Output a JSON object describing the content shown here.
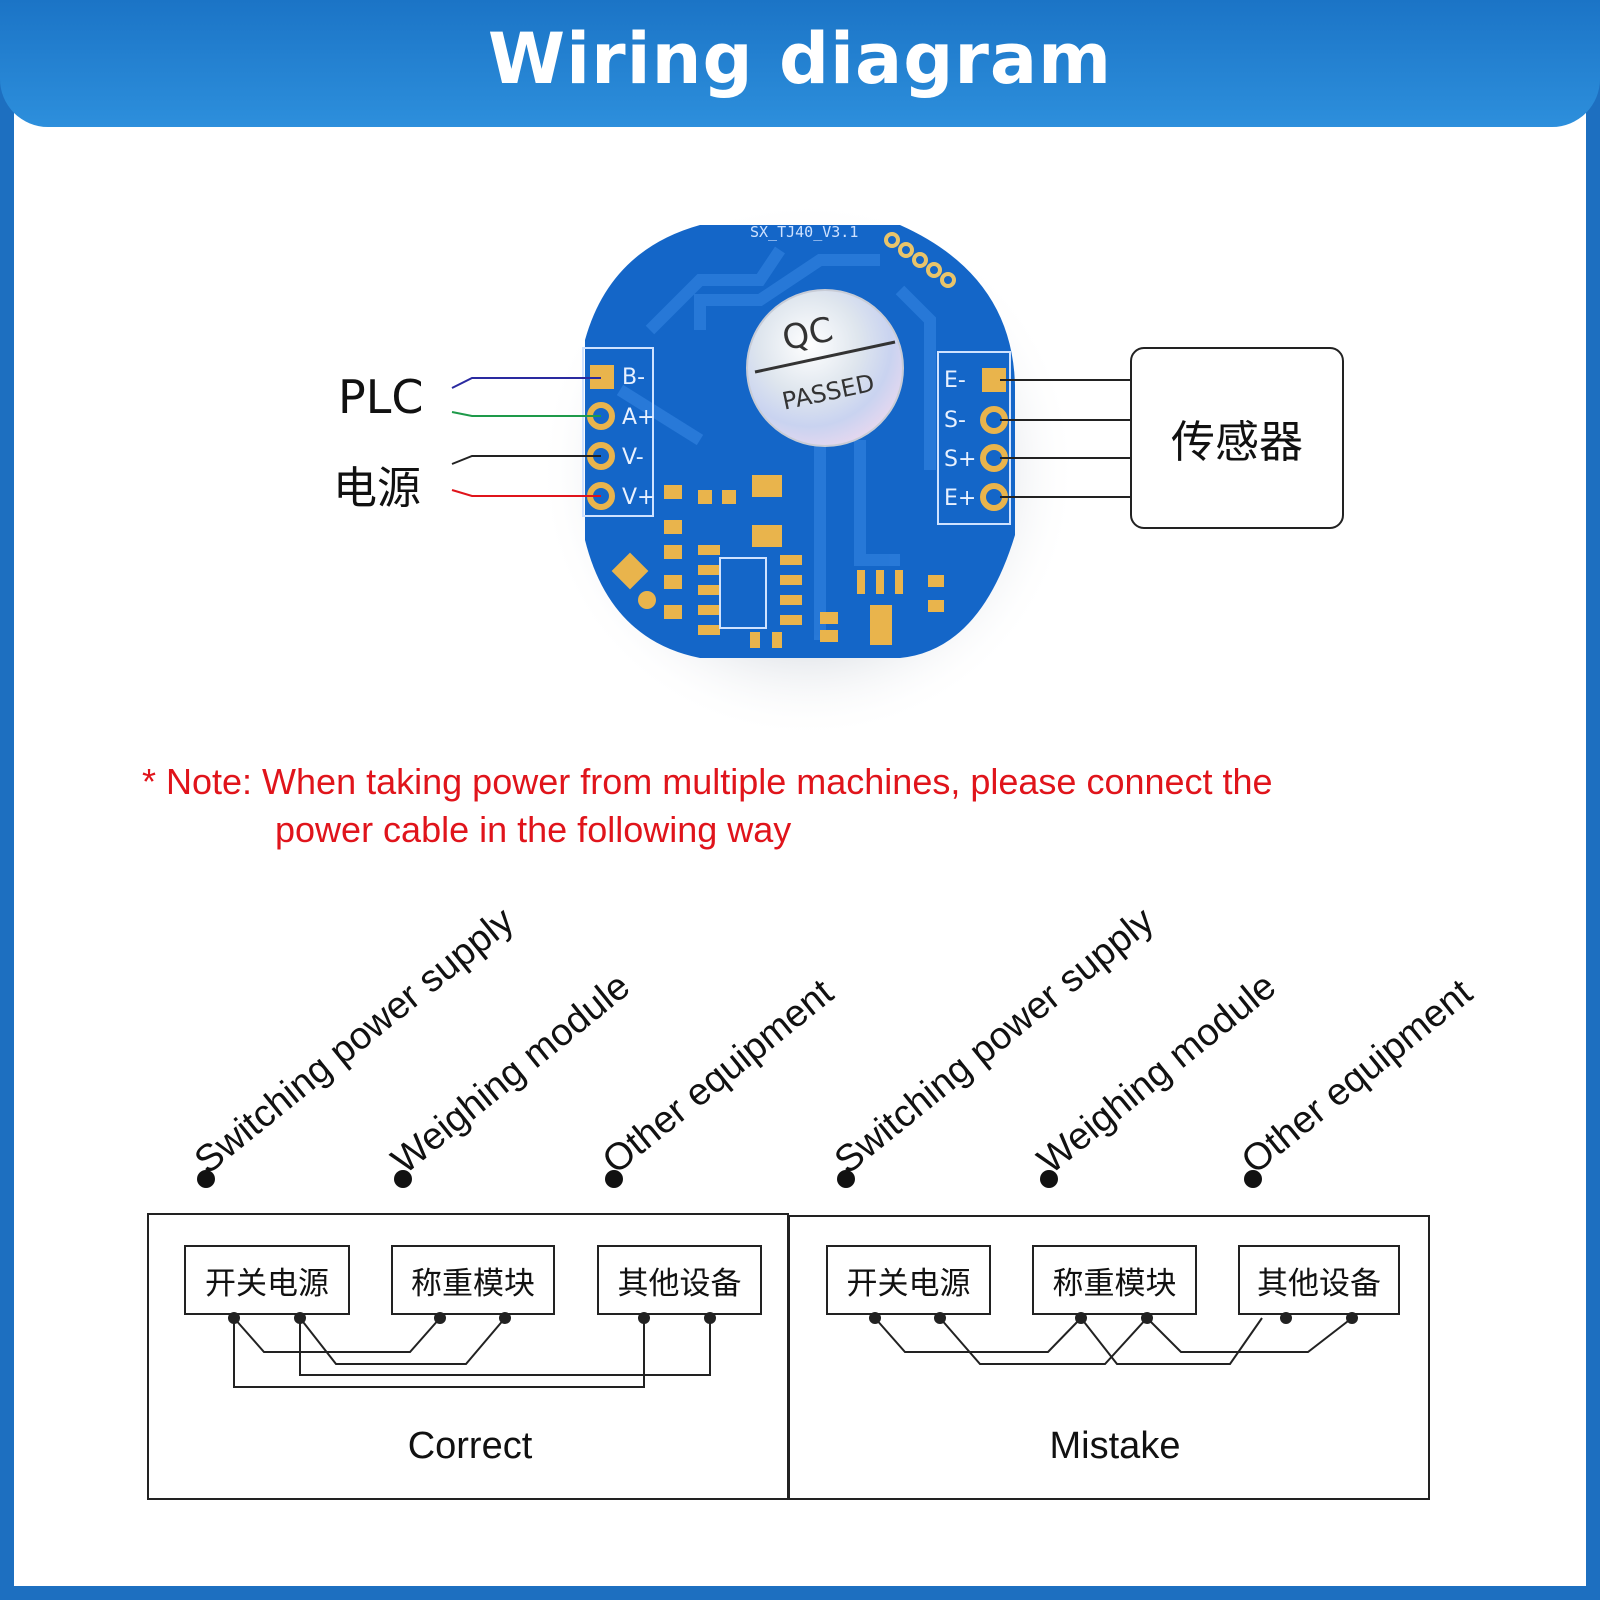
{
  "header": {
    "title": "Wiring diagram"
  },
  "board": {
    "silkscreen": "SX_TJ40_V3.1",
    "sticker_line1": "QC",
    "sticker_line2": "PASSED",
    "left_pins": [
      "B-",
      "A+",
      "V-",
      "V+"
    ],
    "right_pins": [
      "E-",
      "S-",
      "S+",
      "E+"
    ],
    "wire_colors": {
      "b_minus": "#2a2aa0",
      "a_plus": "#1e9a4a",
      "v_minus": "#222222",
      "v_plus": "#e0141b",
      "board": "#1466c8"
    }
  },
  "labels": {
    "plc": "PLC",
    "power": "电源",
    "sensor": "传感器"
  },
  "note": {
    "line1": "* Note: When taking power from multiple machines, please connect the",
    "line2": "power cable in the following way"
  },
  "diagrams": {
    "correct": {
      "tilted_labels": [
        "Switching power supply",
        "Weighing module",
        "Other equipment"
      ],
      "devices": [
        "开关电源",
        "称重模块",
        "其他设备"
      ],
      "caption": "Correct"
    },
    "mistake": {
      "tilted_labels": [
        "Switching power supply",
        "Weighing module",
        "Other equipment"
      ],
      "devices": [
        "开关电源",
        "称重模块",
        "其他设备"
      ],
      "caption": "Mistake"
    }
  }
}
